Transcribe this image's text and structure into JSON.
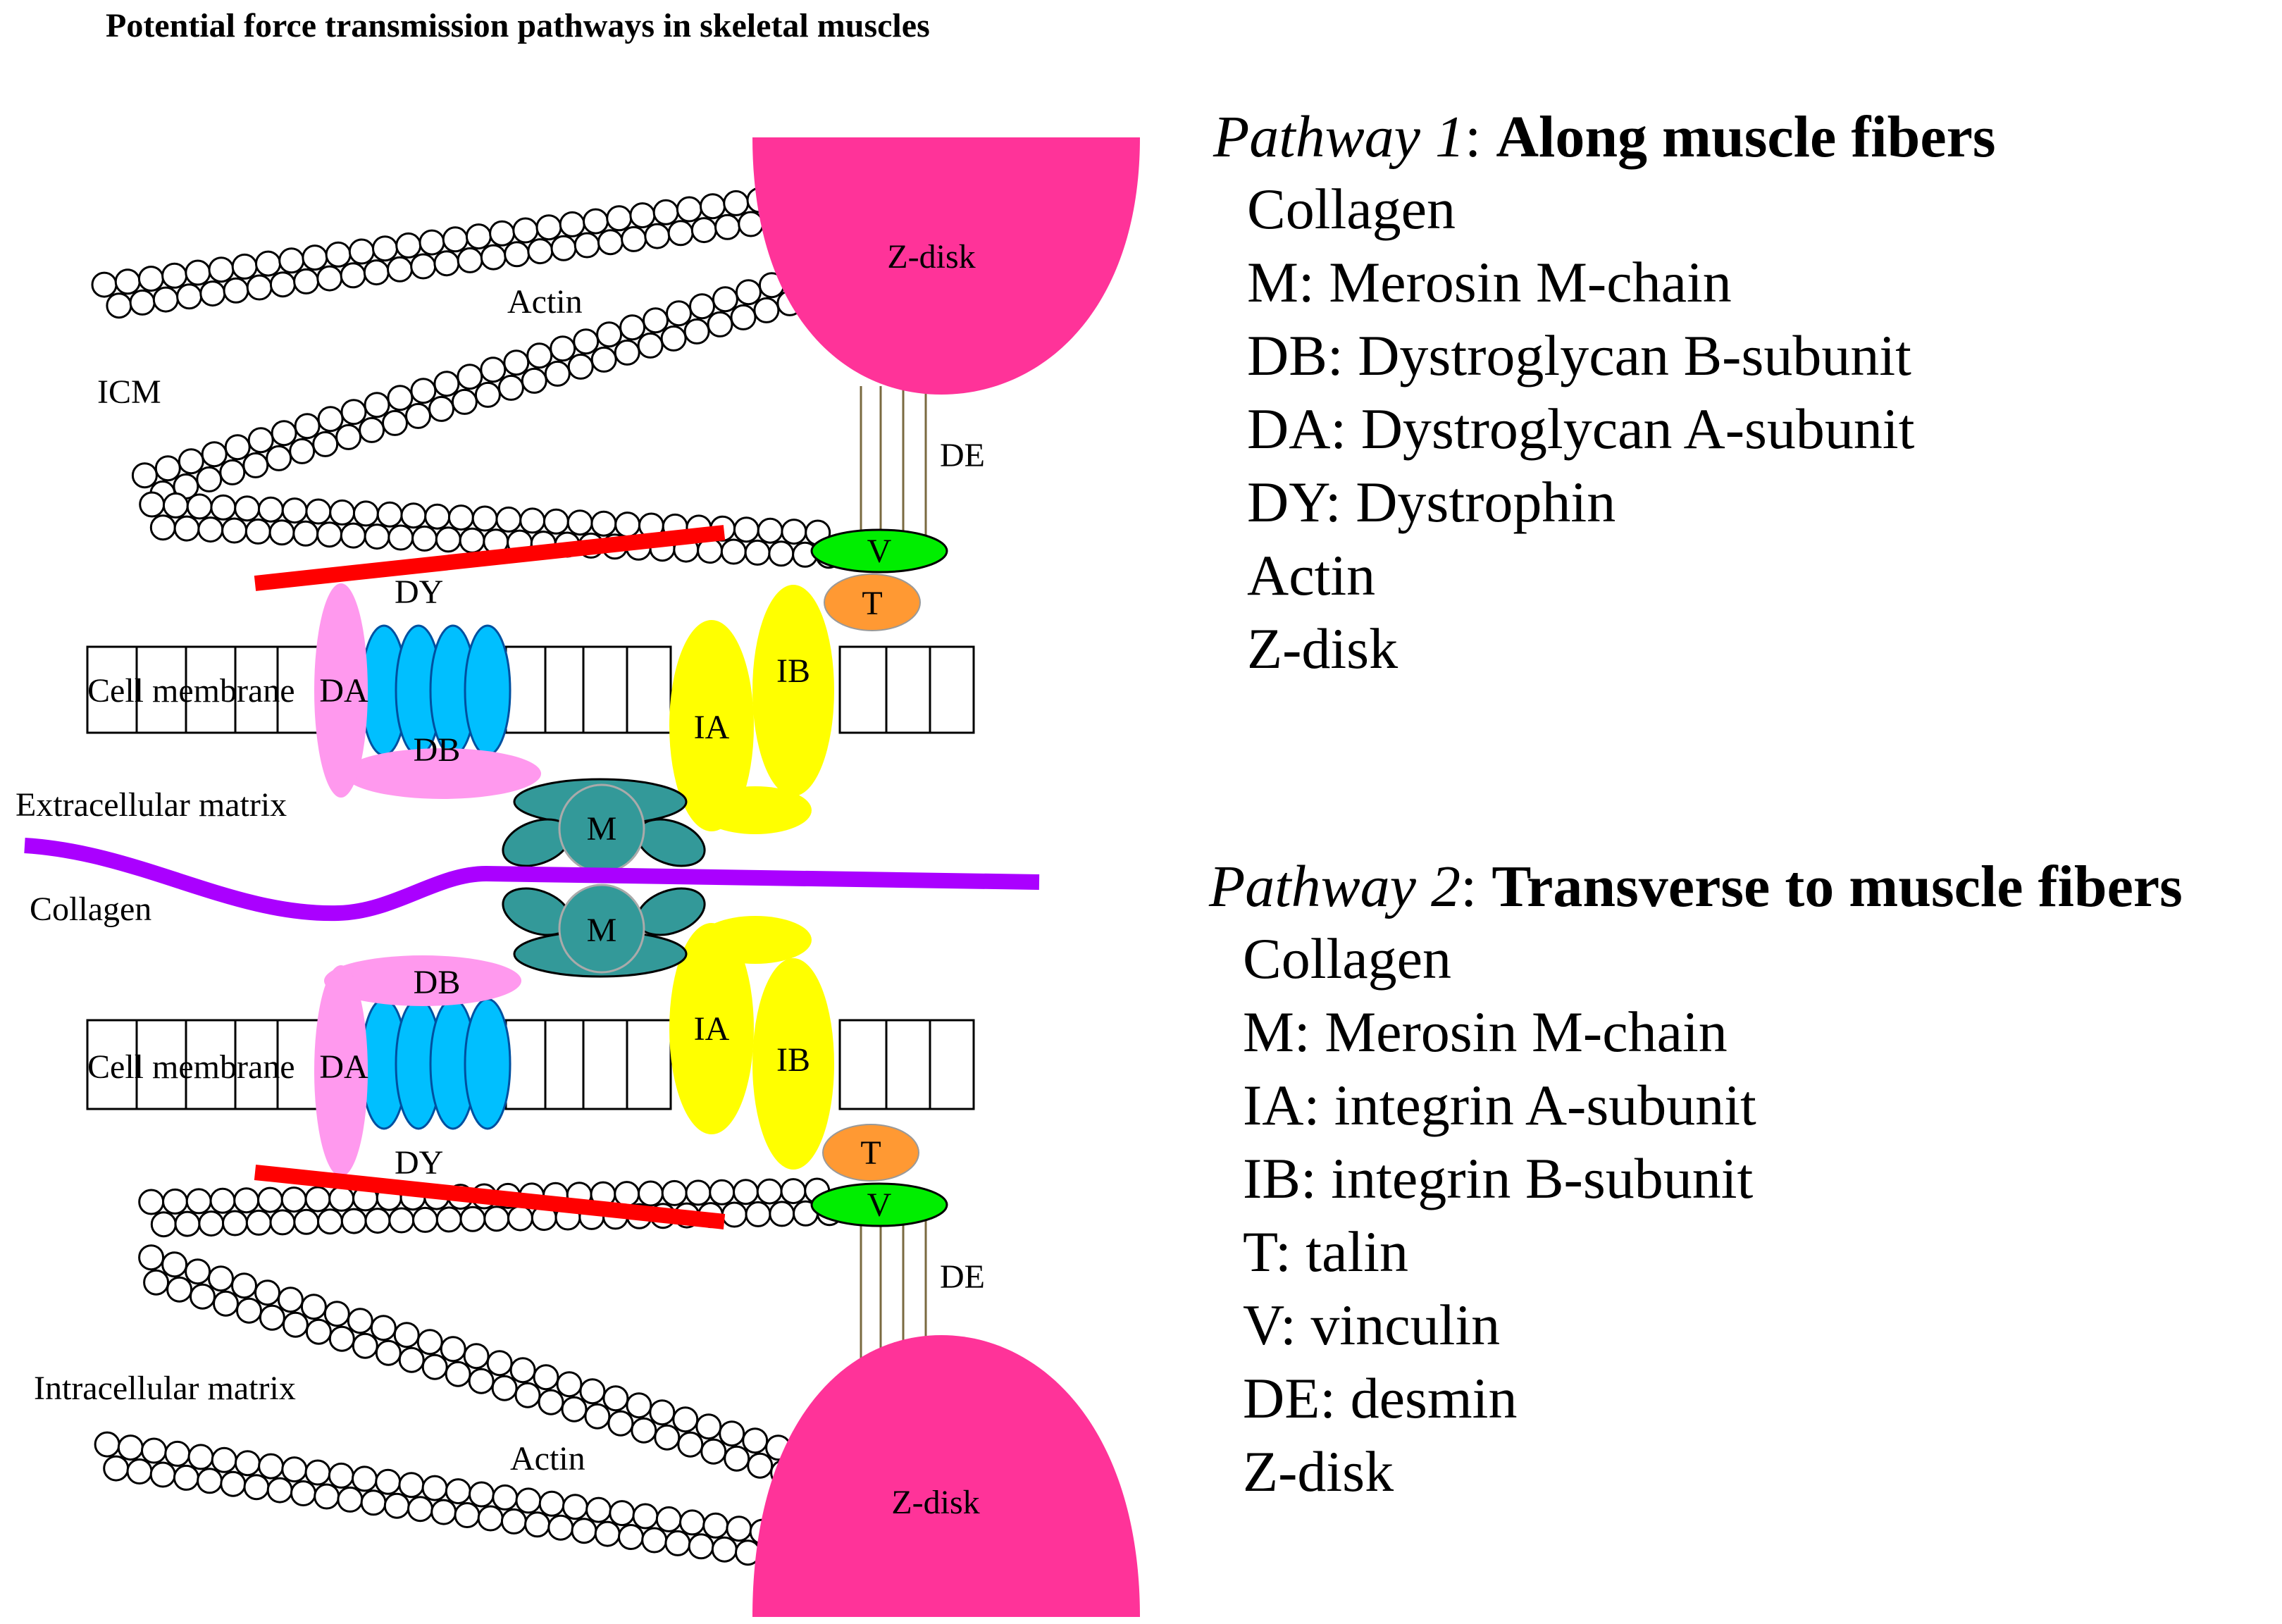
{
  "title": "Potential force transmission pathways in skeletal muscles",
  "colors": {
    "z_disk": "#ff3399",
    "actin_bead": "#ffffff",
    "dystrophin": "#ff0000",
    "dystroglycan_a": "#ff99ee",
    "dystroglycan_b": "#ff99ee",
    "dystroglycan_blue": "#00bfff",
    "integrin": "#ffff00",
    "talin": "#ff9933",
    "vinculin": "#00ee00",
    "merosin": "#339999",
    "collagen": "#aa00ff",
    "desmin": "#7a6a40"
  },
  "labels": {
    "actin_top": "Actin",
    "actin_bottom": "Actin",
    "icm": "ICM",
    "z_disk_top": "Z-disk",
    "z_disk_bottom": "Z-disk",
    "de_top": "DE",
    "de_bottom": "DE",
    "v_top": "V",
    "v_bottom": "V",
    "t_top": "T",
    "t_bottom": "T",
    "dy_top": "DY",
    "dy_bottom": "DY",
    "da_top": "DA",
    "da_bottom": "DA",
    "db_top": "DB",
    "db_bottom": "DB",
    "ia_top": "IA",
    "ia_bottom": "IA",
    "ib_top": "IB",
    "ib_bottom": "IB",
    "m_top": "M",
    "m_bottom": "M",
    "cell_membrane_top": "Cell membrane",
    "cell_membrane_bottom": "Cell membrane",
    "extracellular_matrix": "Extracellular matrix",
    "collagen": "Collagen",
    "intracellular_matrix": "Intracellular matrix"
  },
  "legend": {
    "pathway1": {
      "prefix": "Pathway 1",
      "sep": ": ",
      "heading": "Along muscle fibers",
      "items": [
        "Collagen",
        "M: Merosin M-chain",
        "DB: Dystroglycan B-subunit",
        "DA: Dystroglycan A-subunit",
        "DY: Dystrophin",
        "Actin",
        "Z-disk"
      ]
    },
    "pathway2": {
      "prefix": "Pathway 2",
      "sep": ": ",
      "heading": "Transverse to muscle fibers",
      "items": [
        "Collagen",
        "M: Merosin M-chain",
        "IA: integrin A-subunit",
        "IB: integrin B-subunit",
        "T: talin",
        "V: vinculin",
        "DE: desmin",
        "Z-disk"
      ]
    }
  }
}
